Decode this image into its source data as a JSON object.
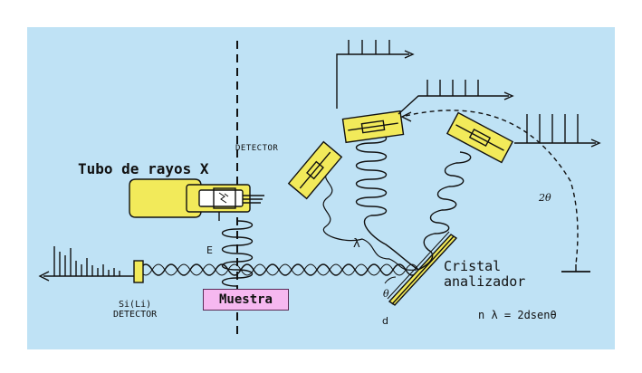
{
  "labels": {
    "tubo": "Tubo de rayos X",
    "detector_top": "DETECTOR",
    "e_label": "E",
    "lambda_label": "λ",
    "theta_label": "θ",
    "two_theta_label": "2θ",
    "d_label": "d",
    "cristal": "Cristal",
    "analizador": "analizador",
    "sili": "Si(Li)",
    "sili_detector": "DETECTOR",
    "muestra": "Muestra",
    "formula": "n λ = 2dsenθ"
  },
  "colors": {
    "background": "#bfe2f5",
    "component_fill": "#f2ea5a",
    "sample_fill": "#f6b8f0",
    "ink": "#111111"
  }
}
